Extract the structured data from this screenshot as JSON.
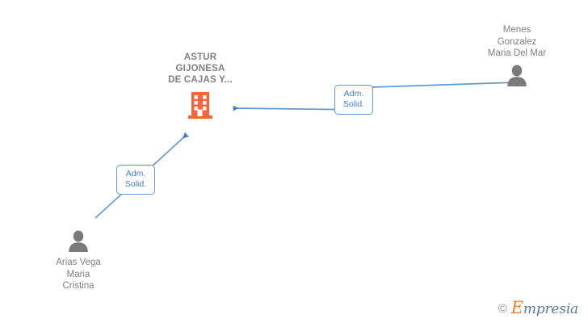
{
  "diagram": {
    "background_color": "#ffffff",
    "edge_color": "#5b9bd5",
    "company_color": "#f4663a",
    "person_color": "#7a7a7a",
    "text_color": "#808080",
    "company": {
      "name_lines": [
        "ASTUR",
        "GIJONESA",
        "DE CAJAS Y..."
      ],
      "icon": "building-icon"
    },
    "persons": [
      {
        "id": "person-menes",
        "name_lines": [
          "Menes",
          "Gonzalez",
          "Maria Del Mar"
        ],
        "icon": "person-icon"
      },
      {
        "id": "person-arias",
        "name_lines": [
          "Arias Vega",
          "Maria",
          "Cristina"
        ],
        "icon": "person-icon"
      }
    ],
    "relations": [
      {
        "id": "relation-menes",
        "label_lines": [
          "Adm.",
          "Solid."
        ],
        "from": "person-menes",
        "to": "company"
      },
      {
        "id": "relation-arias",
        "label_lines": [
          "Adm.",
          "Solid."
        ],
        "from": "person-arias",
        "to": "company"
      }
    ]
  },
  "watermark": {
    "copyright": "©",
    "brand_initial": "E",
    "brand_rest": "mpresia"
  }
}
